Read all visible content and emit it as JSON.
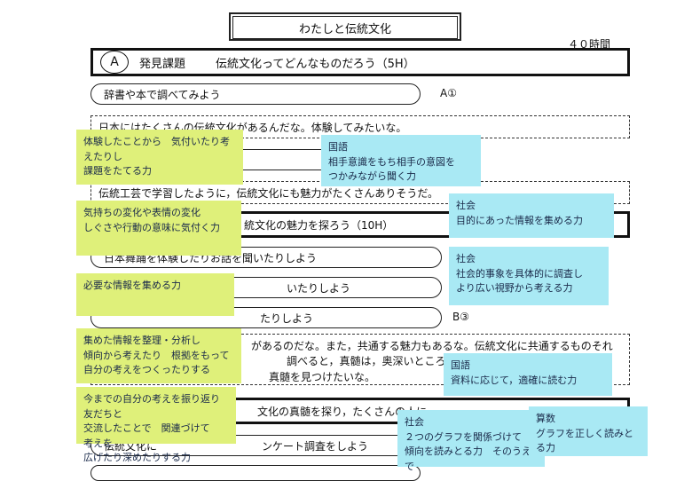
{
  "document": {
    "title": "わたしと伝統文化",
    "total_hours": "４０時間",
    "section_a": {
      "letter": "A",
      "label": "発見課題",
      "theme": "伝統文化ってどんなものだろう（5H）"
    },
    "task_1": "辞書や本で調べてみよう",
    "ref_a1": "A①",
    "dash_1": "日本にはたくさんの伝統文化があるんだな。体験してみたいな。",
    "dash_2": "伝統工芸で学習したように，伝統文化にも魅力がたくさんありそうだ。",
    "section_b_theme": "統文化の魅力を探ろう（10H）",
    "task_2": "日本舞踊を体験したりお話を聞いたりしよう",
    "task_3": "いたりしよう",
    "task_4": "たりしよう",
    "ref_b3": "B③",
    "dash_3_line1": "があるのだな。また，共通する魅力もあるな。伝統文化に共通するものそれ",
    "dash_3_line2": "調べると，真髄は，奥深いところにある",
    "dash_3_line3": "真髄を見つけたいな。",
    "section_c_theme": "文化の真髄を探り，たくさんの人に",
    "task_5": "ンケート調査をしよう",
    "task_5_prefix": "伝統文化に"
  },
  "notes": {
    "yellow_1": "体験したことから　気付いたり考えたりし\n課題をたてる力",
    "yellow_2": "気持ちの変化や表情の変化\nしぐさや行動の意味に気付く力",
    "yellow_3": "必要な情報を集める力",
    "yellow_4": "集めた情報を整理・分析し\n傾向から考えたり　根拠をもって\n自分の考えをつくったりする",
    "yellow_5": "今までの自分の考えを振り返り　友だちと\n交流したことで　関連づけて　考えを\n広げたり深めたりする力",
    "cyan_1": "国語\n相手意識をもち相手の意図を\nつかみながら聞く力",
    "cyan_2": "社会\n目的にあった情報を集める力",
    "cyan_3": "社会\n社会的事象を具体的に調査し\nより広い視野から考える力",
    "cyan_4": "国語\n資料に応じて，適確に読む力",
    "cyan_5": "社会\n２つのグラフを関係づけて\n傾向を読みとる力　そのうえで",
    "cyan_6": "算数\nグラフを正しく読みとる力"
  },
  "colors": {
    "sticky_yellow": "#dff07a",
    "sticky_cyan": "#a9e9f4"
  }
}
